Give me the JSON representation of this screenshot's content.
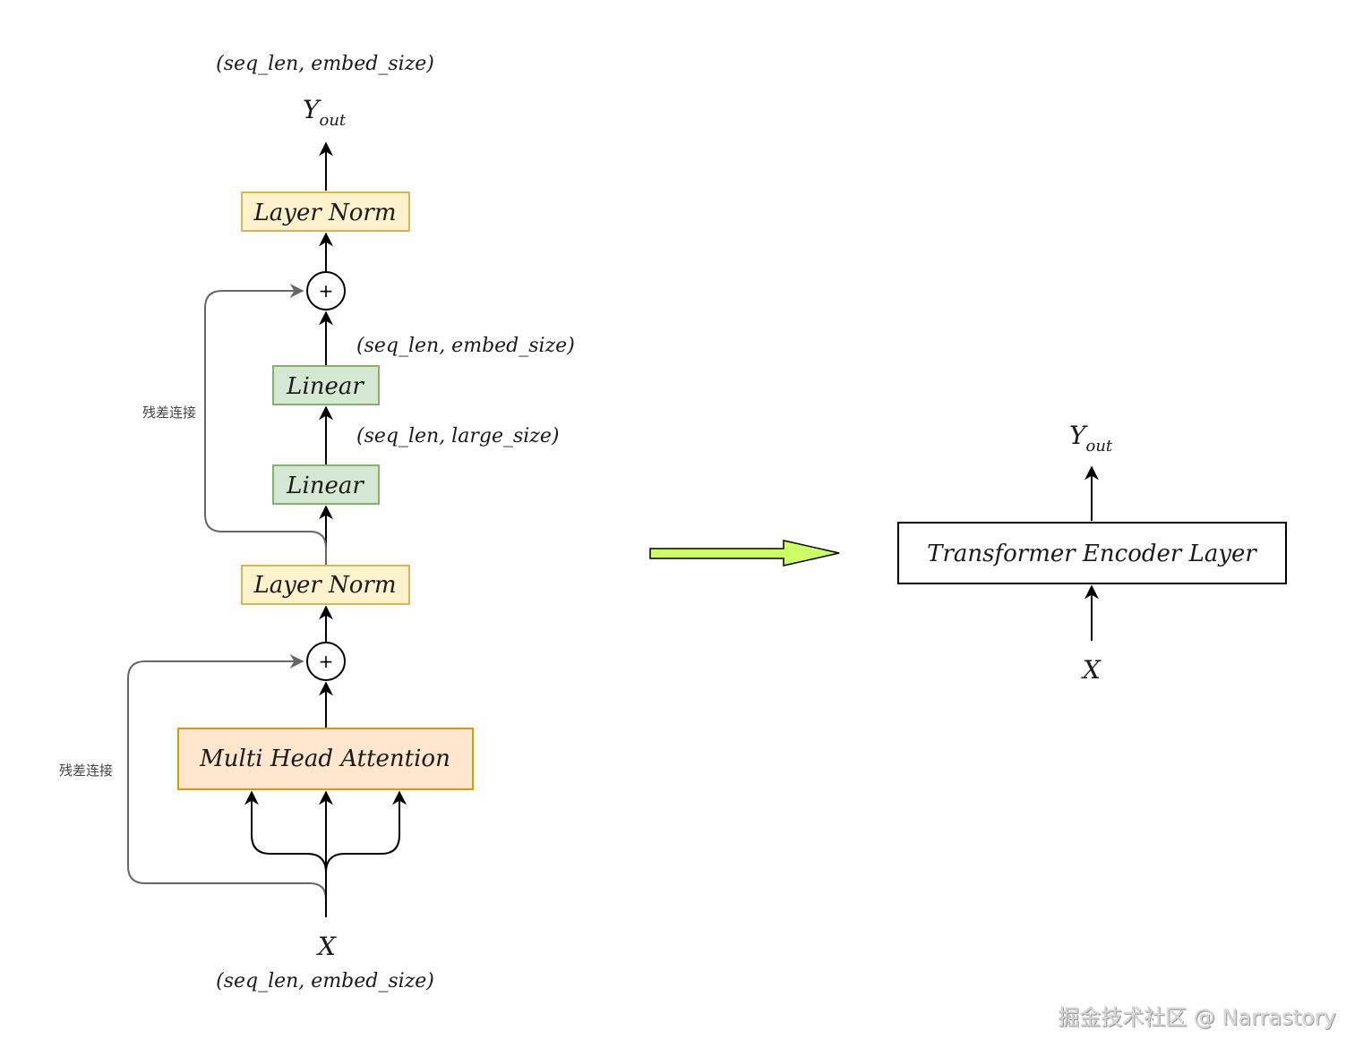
{
  "left": {
    "top_shape": "(seq_len, embed_size)",
    "y_out": {
      "main": "Y",
      "sub": "out"
    },
    "layer_norm_top": "Layer Norm",
    "shape_after_linear2": "(seq_len, embed_size)",
    "linear_top": "Linear",
    "shape_after_linear1": "(seq_len, large_size)",
    "linear_bottom": "Linear",
    "layer_norm_bottom": "Layer Norm",
    "multi_head_attention": "Multi Head Attention",
    "residual_top": "残差连接",
    "residual_bottom": "残差连接",
    "plus": "+",
    "x": "X",
    "bottom_shape": "(seq_len, embed_size)"
  },
  "right": {
    "y_out": {
      "main": "Y",
      "sub": "out"
    },
    "encoder_layer": "Transformer Encoder Layer",
    "x": "X"
  },
  "colors": {
    "layer_norm_fill": "#fff2cc",
    "layer_norm_stroke": "#d6b656",
    "linear_fill": "#d5e8d4",
    "linear_stroke": "#82b366",
    "mha_fill": "#ffe6cc",
    "mha_stroke": "#d79b00",
    "residual_stroke": "#666666",
    "transform_arrow_fill": "#ccff66"
  },
  "watermark": "掘金技术社区 @ Narrastory"
}
